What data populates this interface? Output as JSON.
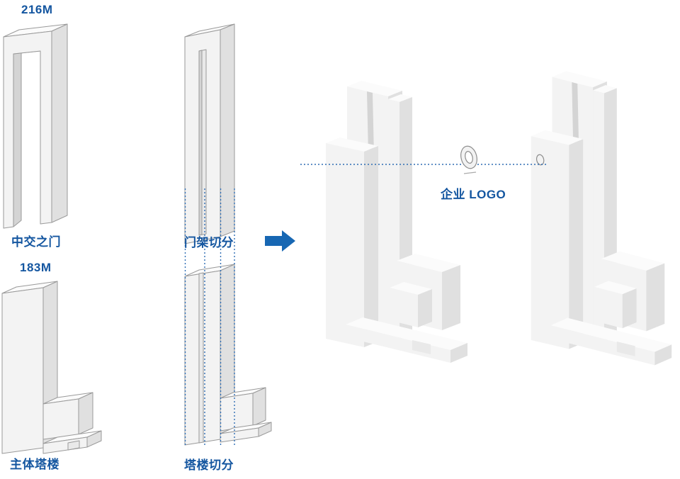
{
  "labels": {
    "gate_height": "216M",
    "gate_name": "中交之门",
    "tower_height": "183M",
    "tower_name": "主体塔楼",
    "gate_split": "门架切分",
    "tower_split": "塔楼切分",
    "logo": "企业 LOGO"
  },
  "colors": {
    "label_blue": "#1456a0",
    "arrow_blue": "#1767b3",
    "cutline_blue": "#2e6db4",
    "model_face": "#f3f3f3",
    "model_side": "#e0e0e0",
    "model_top": "#fbfbfb",
    "model_shade": "#d4d4d4",
    "model_edge": "#9a9a9a",
    "background": "#ffffff"
  },
  "icons": {
    "arrow": "arrow-right-icon",
    "logo_emblem": "logo-emblem-icon"
  }
}
